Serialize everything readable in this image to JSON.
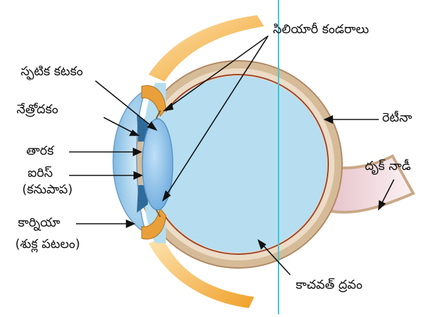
{
  "labels": {
    "ciliary_muscles": "సిలియారీ కండరాలు",
    "crystalline_lens": "స్ఫటిక కటకం",
    "aqueous_humor": "నేత్రోదకం",
    "pupil": "తారక",
    "iris": "ఐరిస్",
    "iris_alt": "(కనుపాప)",
    "cornea": "కార్నియా",
    "cornea_alt": "(శుక్ల పటలం)",
    "retina": "రెటీనా",
    "optic_nerve": "దృక్ నాడీ",
    "vitreous_humor": "కాచవత్ ద్రవం"
  },
  "colors": {
    "sclera": "#c9a887",
    "sclera_inner": "#e6d2b8",
    "vitreous": "#b6def0",
    "lens": "#8fc4ec",
    "cornea": "#9fd0ee",
    "retina_line": "#a0452c",
    "muscle": "#f3ab2e",
    "ciliary_fat": "#f6c98c",
    "optic_nerve": "#f2dfe6",
    "guide_line": "#38c8dc"
  }
}
